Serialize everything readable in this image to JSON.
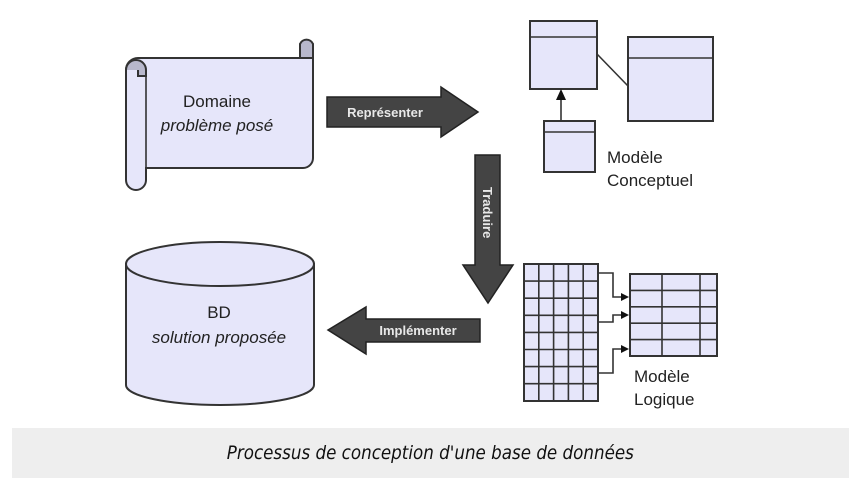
{
  "diagram": {
    "domain": {
      "title": "Domaine",
      "subtitle": "problème posé"
    },
    "database": {
      "title": "BD",
      "subtitle": "solution proposée"
    },
    "conceptual_model": {
      "line1": "Modèle",
      "line2": "Conceptuel"
    },
    "logical_model": {
      "line1": "Modèle",
      "line2": "Logique"
    },
    "arrows": {
      "represent": "Représenter",
      "translate": "Traduire",
      "implement": "Implémenter"
    },
    "colors": {
      "shape_fill": "#e6e6fa",
      "arrow_fill": "#444444",
      "caption_bg": "#eeeeee"
    }
  },
  "caption": "Processus de conception d'une base de données"
}
